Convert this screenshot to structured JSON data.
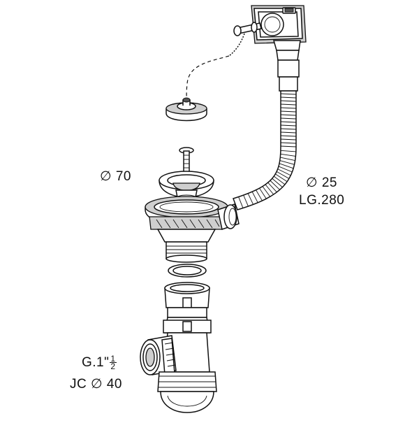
{
  "labels": {
    "diameter_symbol": "∅",
    "strainer_diameter": "70",
    "overflow_diameter": "25",
    "overflow_length": "LG.280",
    "thread_prefix": "G.1\"",
    "thread_fraction_num": "1",
    "thread_fraction_den": "2",
    "joint_prefix": "JC",
    "joint_diameter": "40"
  }
}
